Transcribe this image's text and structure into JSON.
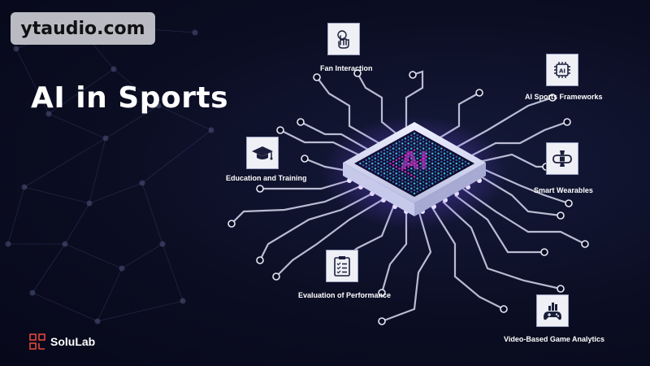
{
  "watermark": "ytaudio.com",
  "title": "AI in Sports",
  "features": {
    "fan_interaction": "Fan Interaction",
    "frameworks": "AI Sports Frameworks",
    "education": "Education and Training",
    "wearables": "Smart Wearables",
    "evaluation": "Evaluation of Performance",
    "video_analytics": "Video-Based Game Analytics"
  },
  "icons": {
    "fan_interaction": "touch-hand-icon",
    "frameworks": "ai-chip-icon",
    "education": "graduation-cap-icon",
    "wearables": "smartwatch-icon",
    "evaluation": "clipboard-checklist-icon",
    "video_analytics": "gamepad-chart-icon"
  },
  "chip_glyph": "AI",
  "brand": "SoluLab",
  "colors": {
    "accent_magenta": "#d23bd6",
    "accent_cyan": "#3fd0e8",
    "brand_red": "#e0483a",
    "background": "#0b0d22"
  }
}
